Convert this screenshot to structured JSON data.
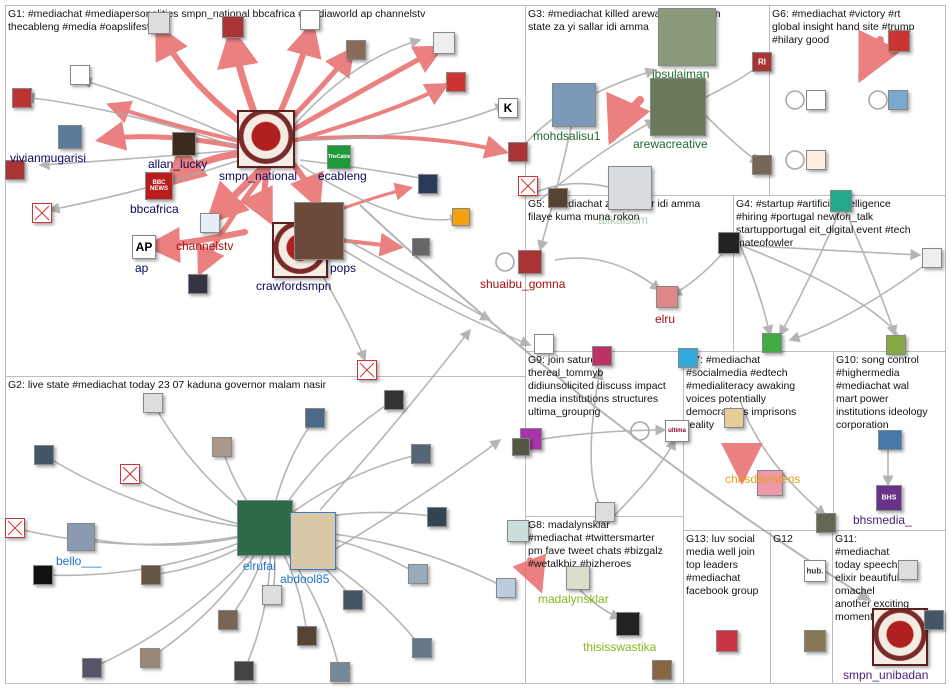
{
  "colors": {
    "edge_gray": "#a9a9a9",
    "edge_red": "#e86a6a",
    "label_navy": "#0a0a5c",
    "label_darkred": "#a50e0e",
    "label_green": "#1f6b2e",
    "label_blue": "#1e73c8",
    "label_olive": "#8ab520",
    "label_orange": "#e3a01c",
    "label_purple": "#4b1e78"
  },
  "groups": [
    {
      "id": "G1",
      "text": "G1: #mediachat #mediapersonalities smpn_national bbcafrica #mediaworld ap channelstv\nthecableng #media #oapslifestyle"
    },
    {
      "id": "G2",
      "text": "G2: live state #mediachat today 23 07 kaduna governor malam nasir"
    },
    {
      "id": "G3",
      "text": "G3: #mediachat killed arewacreative man\nstate za yi sallar idi amma"
    },
    {
      "id": "G4",
      "text": "G4: #startup #artificialintelligence\n#hiring #portugal newton_talk\nstartupportugal eit_digital event #tech\nmateofowler"
    },
    {
      "id": "G5",
      "text": "G5: #mediachat za yi sallar idi amma\nfilaye kuma muna rokon"
    },
    {
      "id": "G6",
      "text": "G6: #mediachat #victory #rt\nglobal insight hand site #trump\n#hilary good"
    },
    {
      "id": "G7",
      "text": "G7: #mediachat\n#socialmedia #edtech\n#medialiteracy awaking\nvoices potentially\ndemocratizes imprisons\nreality"
    },
    {
      "id": "G8",
      "text": "G8: madalynsklar\n#mediachat #twittersmarter\npm fave tweet chats #bizgalz\n#wetalkbiz #bizheroes"
    },
    {
      "id": "G9",
      "text": "G9: join saturday\nthereal_tommyb\ndidiunsolicited discuss impact\nmedia institutions structures\nultima_groupng"
    },
    {
      "id": "G10",
      "text": "G10: song control\n#highermedia\n#mediachat wal\nmart power\ninstitutions ideology\ncorporation"
    },
    {
      "id": "G11",
      "text": "G11:\n#mediachat\ntoday speech\nelixir beautiful\nomachel\nanother exciting\nmoment learn"
    },
    {
      "id": "G12",
      "text": "G12"
    },
    {
      "id": "G13",
      "text": "G13: luv social\nmedia well join\ntop leaders\n#mediachat\nfacebook group"
    }
  ],
  "labels": {
    "vivianmugarisi": "vivianmugarisi",
    "allan_lucky": "allan_lucky",
    "smpn_national": "smpn_national",
    "ecableng": "ecableng",
    "bbcafrica": "bbcafrica",
    "channelstv": "channelstv",
    "ap": "ap",
    "pops": "pops",
    "crawfordsmpn": "crawfordsmpn",
    "ibsulaiman": "ibsulaiman",
    "mohdsalisu1": "mohdsalisu1",
    "arewacreative": "arewacreative",
    "alikalsum": "alikalsum",
    "shuaibu_gomna": "shuaibu_gomna",
    "elru": "elru",
    "chrisdavislens": "chrisdavislens",
    "bhsmedia": "bhsmedia_",
    "elrufai": "elrufai",
    "abdool85": "abdool85",
    "bello": "bello___",
    "madalynsklar": "madalynsklar",
    "thisisswastika": "thisisswastika",
    "smpn_unibadan": "smpn_unibadan"
  },
  "icons": {
    "ap_logo": "AP",
    "bbc_logo": "BBC NEWS",
    "thecable_logo": "TheCable.",
    "ultima_logo": "ultima",
    "hub_logo": "hub.",
    "bhs_logo": "BHS",
    "k_logo": "K",
    "ri_logo": "RI"
  }
}
